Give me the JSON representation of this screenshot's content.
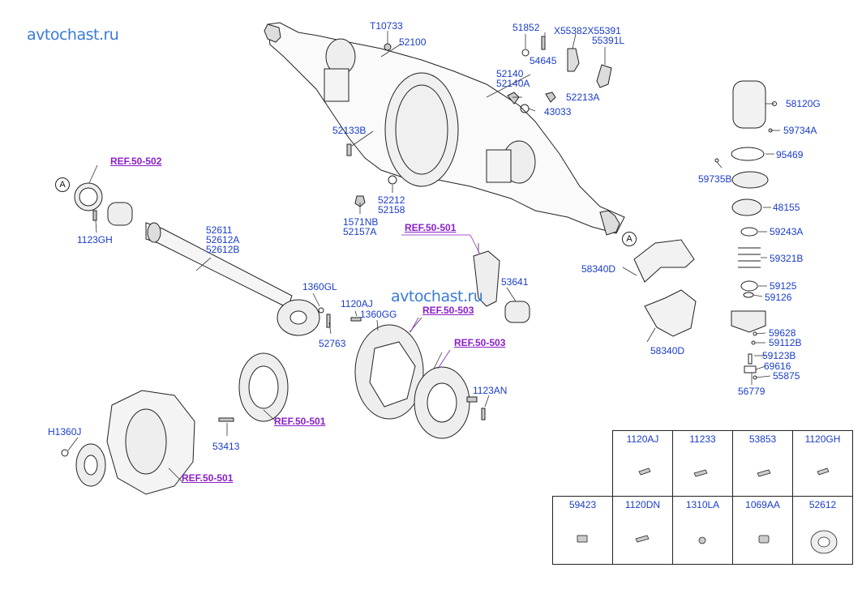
{
  "watermark": "avtochast.ru",
  "labels": {
    "T10733": "T10733",
    "52100": "52100",
    "51852": "51852",
    "X55382X55391": "X55382X55391",
    "55391L": "55391L",
    "54645": "54645",
    "52140": "52140",
    "52140A": "52140A",
    "52213A": "52213A",
    "43033": "43033",
    "52133B": "52133B",
    "52212": "52212",
    "52158": "52158",
    "1571NB": "1571NB",
    "52157A": "52157A",
    "1123GH": "1123GH",
    "52611": "52611",
    "52612A": "52612A",
    "52612B": "52612B",
    "1360GL": "1360GL",
    "52763": "52763",
    "1120AJ": "1120AJ",
    "1360GG": "1360GG",
    "53641": "53641",
    "58340D_top": "58340D",
    "58340D_bot": "58340D",
    "1123AN": "1123AN",
    "53413": "53413",
    "H1360J": "H1360J",
    "58120G": "58120G",
    "59734A": "59734A",
    "95469": "95469",
    "59735B": "59735B",
    "48155": "48155",
    "59243A": "59243A",
    "59321B": "59321B",
    "59125": "59125",
    "59126": "59126",
    "59628": "59628",
    "59112B": "59112B",
    "59123B": "59123B",
    "69616": "69616",
    "55875": "55875",
    "56779": "56779"
  },
  "refs": {
    "r502": "REF.50-502",
    "r501_top": "REF.50-501",
    "r503_a": "REF.50-503",
    "r503_b": "REF.50-503",
    "r501_mid": "REF.50-501",
    "r501_bot": "REF.50-501"
  },
  "markers": {
    "a_left": "A",
    "a_right": "A"
  },
  "parts_table": {
    "row1": [
      "1120AJ",
      "11233",
      "53853",
      "1120GH"
    ],
    "row2": [
      "59423",
      "1120DN",
      "1310LA",
      "1069AA",
      "52612"
    ]
  }
}
